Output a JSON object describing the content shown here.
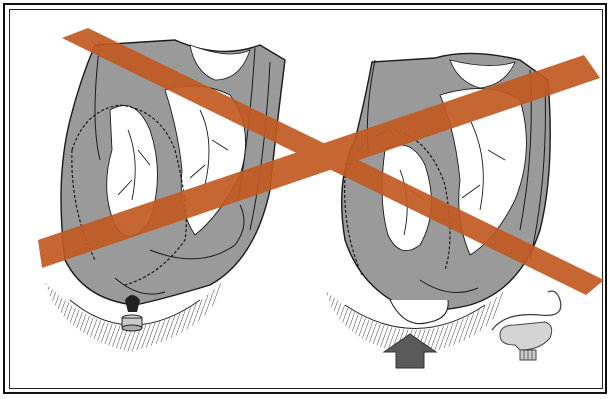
{
  "figure": {
    "panels": [
      {
        "id": "left-panel",
        "subject": "anastomosis-with-circular-stapler",
        "crossed_out": true
      },
      {
        "id": "right-panel",
        "subject": "anastomosis-with-pushing-arrow",
        "crossed_out": true
      }
    ],
    "colors": {
      "cross": "#c25a22",
      "tissue_gray": "#9a9a9a",
      "line": "#1a1a1a",
      "frame": "#111111",
      "arrow": "#5a5a5a"
    },
    "icons": [
      "circular-stapler-icon",
      "push-up-arrow-icon",
      "stapler-instrument-icon"
    ]
  }
}
